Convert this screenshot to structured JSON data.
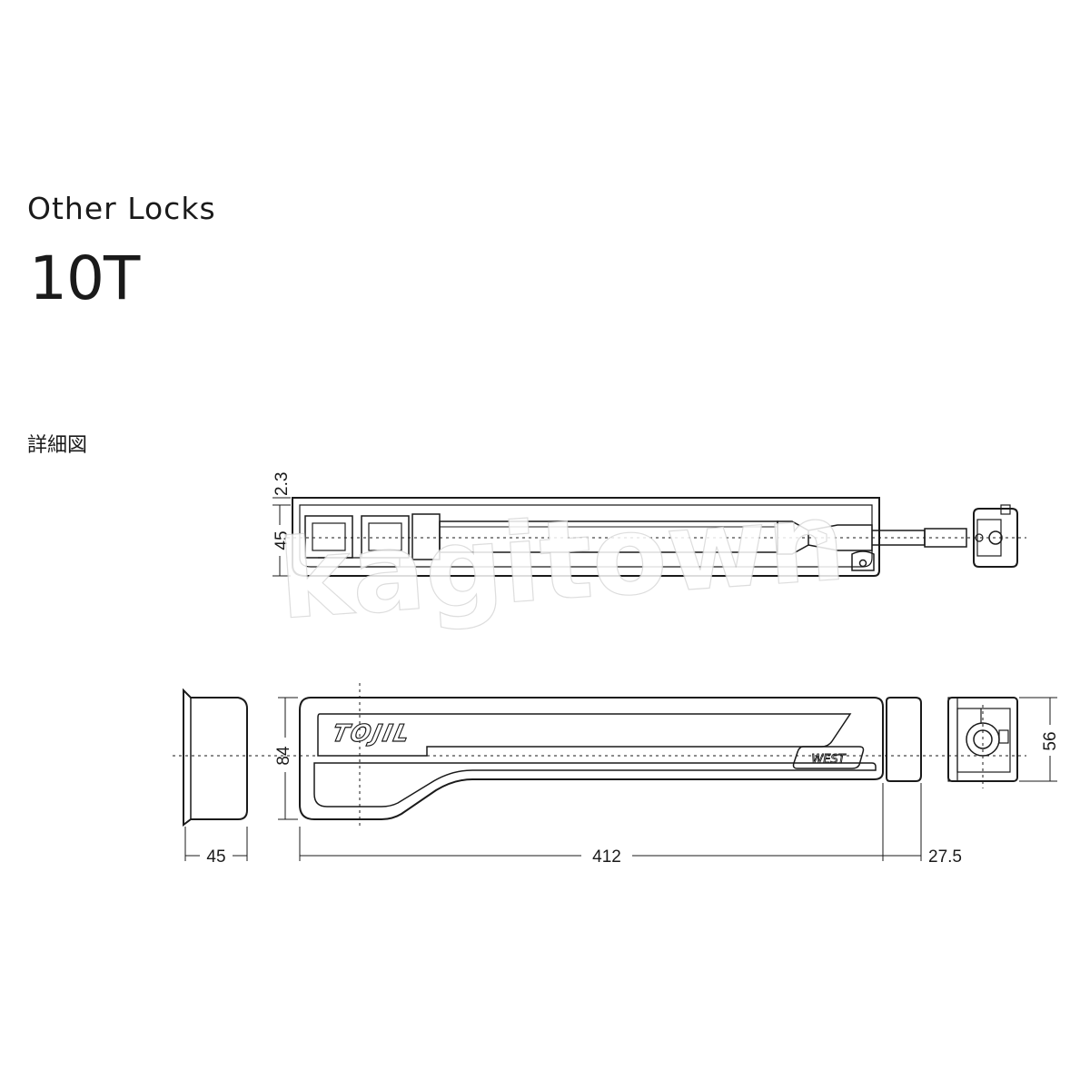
{
  "header": {
    "category": "Other Locks",
    "model": "10T",
    "section_label": "詳細図"
  },
  "watermark": {
    "text": "kagitown"
  },
  "dimensions": {
    "top_thickness": "2.3",
    "top_height": "45",
    "front_height": "84",
    "cap_width": "45",
    "body_length": "412",
    "end_width": "27.5",
    "side_height": "56"
  },
  "logos": {
    "brand": "TOJIL",
    "maker": "WEST"
  },
  "colors": {
    "line": "#1a1a1a",
    "centerline": "#1a1a1a",
    "watermark": "#ffffff"
  }
}
